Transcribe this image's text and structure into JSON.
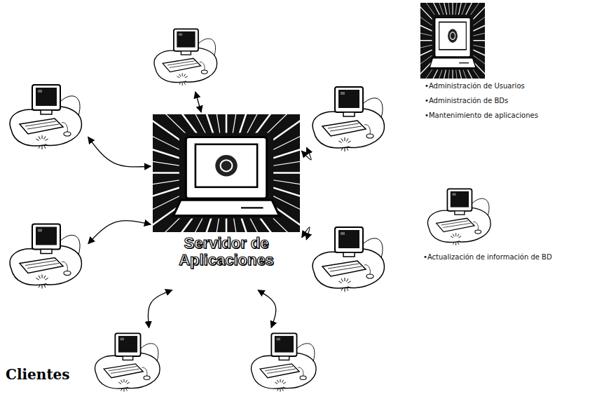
{
  "diagram": {
    "nodes": [
      {
        "text": []
      },
      {
        "text": []
      },
      {
        "text": []
      },
      {
        "text": [
          "Servidor de Aplicaciones"
        ]
      },
      {
        "text": []
      },
      {
        "text": []
      },
      {
        "text": []
      },
      {
        "text": []
      },
      {
        "text": [
          "•Administración de Usuarios",
          "•Administración de BDs",
          "•Mantenimiento de aplicaciones"
        ]
      },
      {
        "text": [
          "•Actualización de información de BD"
        ]
      }
    ],
    "edges": [
      {
        "from": 3,
        "to": 0,
        "arrow": "both"
      },
      {
        "from": 3,
        "to": 1,
        "arrow": "both"
      },
      {
        "from": 3,
        "to": 2,
        "arrow": "both"
      },
      {
        "from": 3,
        "to": 4,
        "arrow": "both"
      },
      {
        "from": 3,
        "to": 5,
        "arrow": "both"
      },
      {
        "from": 3,
        "to": 6,
        "arrow": "both"
      },
      {
        "from": 3,
        "to": 7,
        "arrow": "both"
      }
    ],
    "labels": [
      "Clientes"
    ]
  }
}
